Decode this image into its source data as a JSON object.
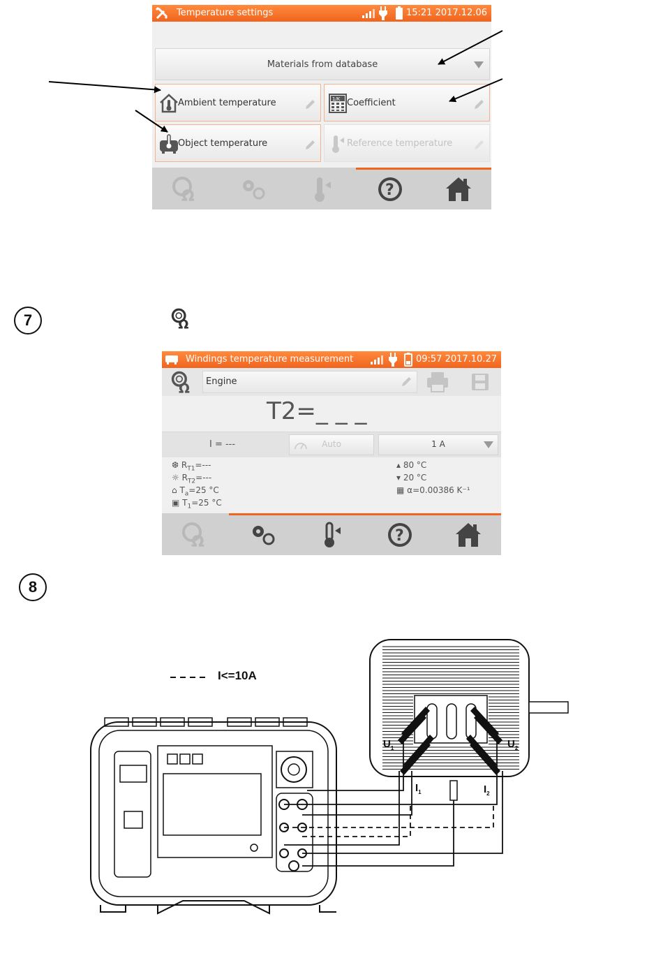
{
  "screen1": {
    "title": "Temperature settings",
    "clock": "15:21 2017.12.06",
    "dropdown_label": "Materials from database",
    "tiles": {
      "ambient": "Ambient temperature",
      "coefficient": "Coefficient",
      "object": "Object temperature",
      "reference": "Reference temperature"
    },
    "coefficient_icon_text": "1/K"
  },
  "step7": {
    "number": "7"
  },
  "screen2": {
    "title": "Windings temperature measurement",
    "clock": "09:57 2017.10.27",
    "name_value": "Engine",
    "big_value": "T2=_ _ _",
    "current_readout": "I = ---",
    "auto_button": "Auto",
    "range_value": "1 A",
    "rt1_label": "R",
    "rt1_sub": "T1",
    "rt1_value": "=---",
    "rt2_label": "R",
    "rt2_sub": "T2",
    "rt2_value": "=---",
    "ta_label": "T",
    "ta_sub": "a",
    "ta_value": "=25 °C",
    "t1_label": "T",
    "t1_sub": "1",
    "t1_value": "=25 °C",
    "temp_high": "80 °C",
    "temp_low": "20 °C",
    "alpha": "α=0.00386 K⁻¹"
  },
  "step8": {
    "number": "8"
  },
  "diagram": {
    "legend_text": "I<=10A",
    "label_u": "U",
    "label_i": "I",
    "sub_1": "1",
    "sub_2": "2"
  }
}
